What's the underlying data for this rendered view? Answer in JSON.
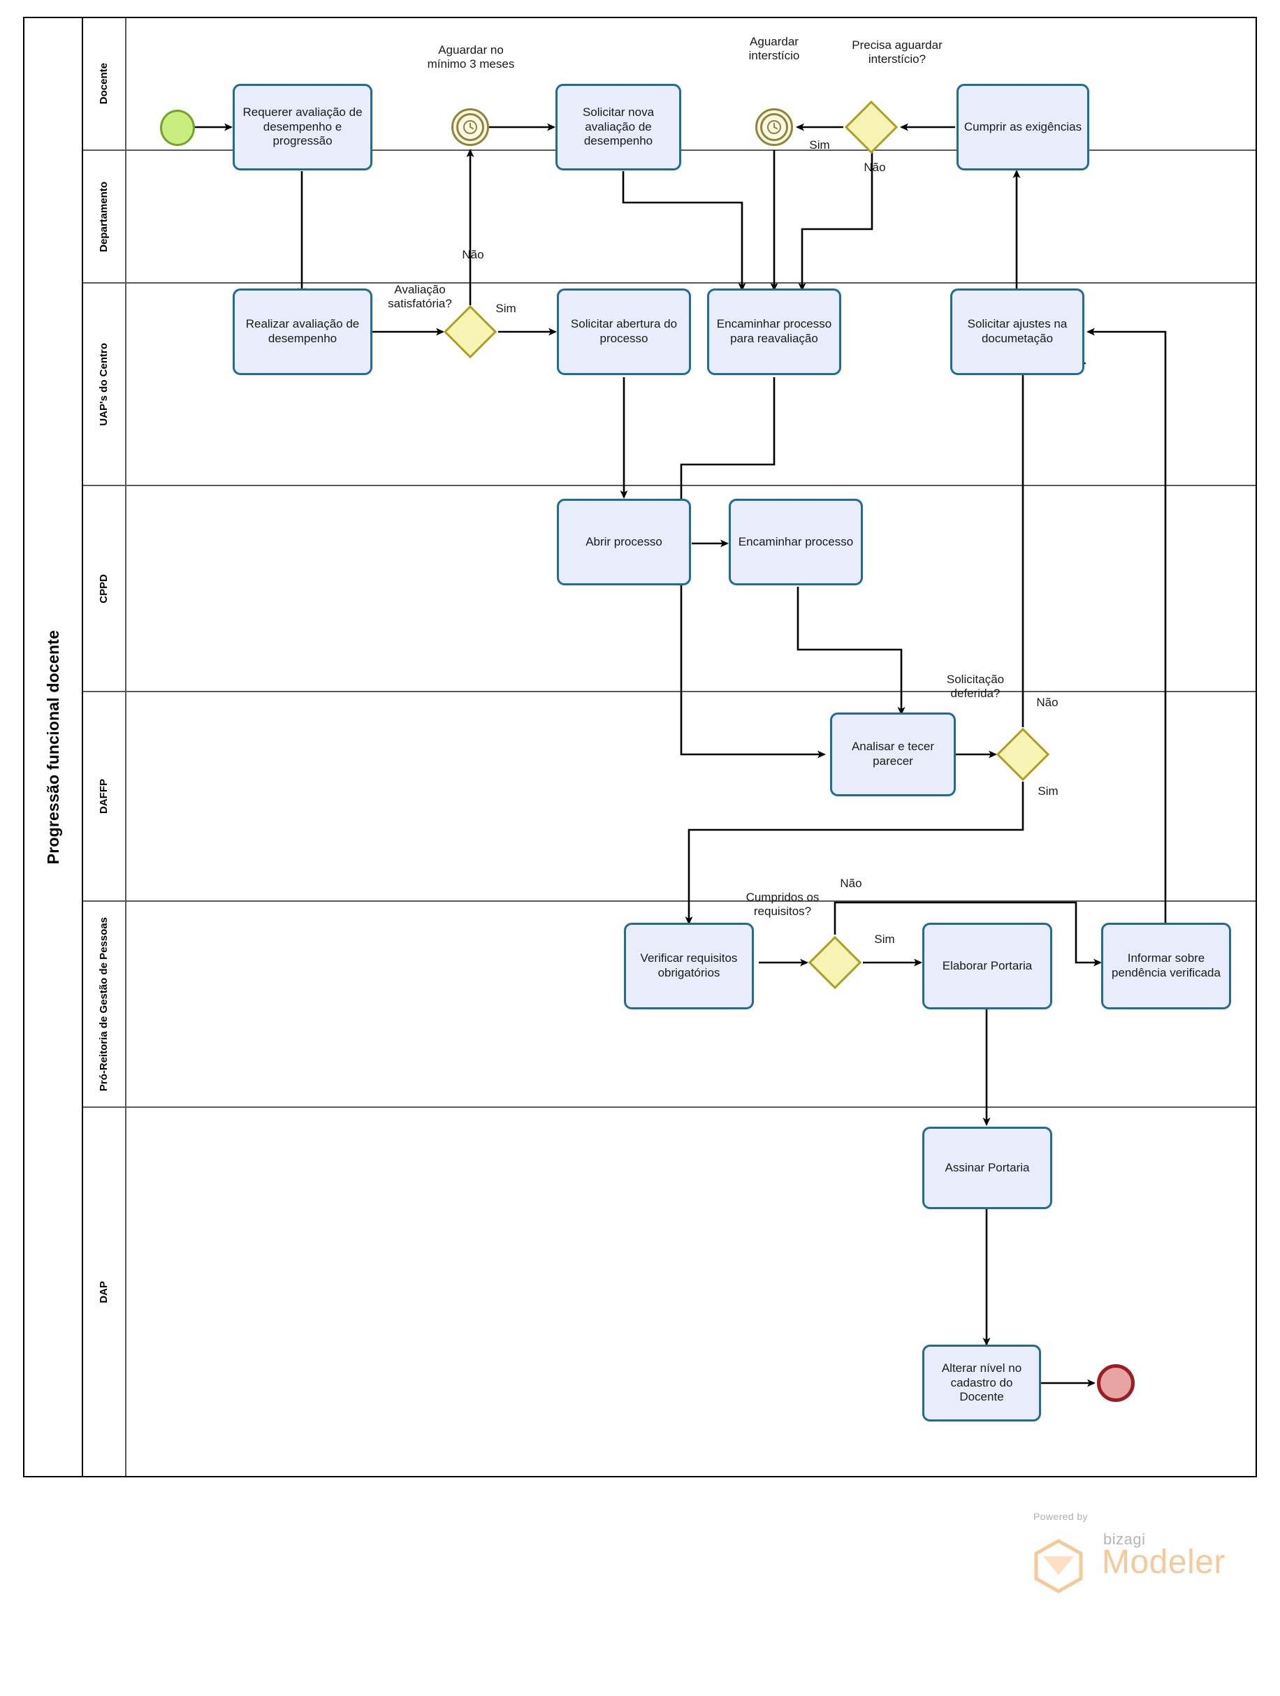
{
  "pool": {
    "title": "Progressão funcional docente"
  },
  "lanes": [
    {
      "id": "docente",
      "label": "Docente"
    },
    {
      "id": "departamento",
      "label": "Departamento"
    },
    {
      "id": "uaps",
      "label": "UAP's do Centro"
    },
    {
      "id": "cppd",
      "label": "CPPD"
    },
    {
      "id": "daffp",
      "label": "DAFFP"
    },
    {
      "id": "progep",
      "label": "Pró-Reitoria de Gestão de Pessoas"
    },
    {
      "id": "dap",
      "label": "DAP"
    }
  ],
  "events": {
    "start": {
      "name": "start-event"
    },
    "timer_3_meses": {
      "name": "timer-intermediate-event",
      "label": "Aguardar no mínimo 3 meses"
    },
    "timer_intersticio": {
      "name": "timer-intermediate-event",
      "label": "Aguardar interstício"
    },
    "end": {
      "name": "end-event"
    }
  },
  "tasks": {
    "requerer_avaliacao": "Requerer avaliação de desempenho e progressão",
    "solicitar_nova_aval": "Solicitar nova avaliação de desempenho",
    "cumprir_exigencias": "Cumprir as exigências",
    "realizar_avaliacao": "Realizar avaliação de desempenho",
    "solicitar_abertura": "Solicitar abertura do processo",
    "encaminhar_reaval": "Encaminhar processo para reavaliação",
    "solicitar_ajustes": "Solicitar ajustes na documetação",
    "abrir_processo": "Abrir processo",
    "encaminhar_processo": "Encaminhar processo",
    "analisar_parecer": "Analisar e tecer parecer",
    "verificar_requisitos": "Verificar requisitos obrigatórios",
    "elaborar_portaria": "Elaborar Portaria",
    "informar_pendencia": "Informar sobre pendência verificada",
    "assinar_portaria": "Assinar Portaria",
    "alterar_nivel": "Alterar nível no cadastro do Docente"
  },
  "gateways": {
    "avaliacao_satisfatoria": "Avaliação satisfatória?",
    "precisa_intersticio": "Precisa aguardar interstício?",
    "solicitacao_deferida": "Solicitação deferida?",
    "cumpridos_requisitos": "Cumpridos os requisitos?"
  },
  "flow_labels": {
    "aval_sim": "Sim",
    "aval_nao": "Não",
    "inter_sim": "Sim",
    "inter_nao": "Não",
    "defer_nao": "Não",
    "defer_sim": "Sim",
    "req_sim": "Sim",
    "req_nao": "Não"
  },
  "watermark": {
    "powered_by": "Powered by",
    "brand": "bizagi",
    "product": "Modeler"
  },
  "colors": {
    "task_fill": "#e9edfb",
    "task_border": "#1f6d97",
    "gateway_fill": "#f7f4b3",
    "gateway_border": "#a9a022",
    "start_fill": "#c9ed7f",
    "start_border": "#74a32a",
    "end_fill": "#e8a3a3",
    "end_border": "#9b1c22",
    "timer_border": "#8e8536",
    "lane_border": "#595959",
    "pool_border": "#000000",
    "watermark_accent": "#f6c999"
  }
}
